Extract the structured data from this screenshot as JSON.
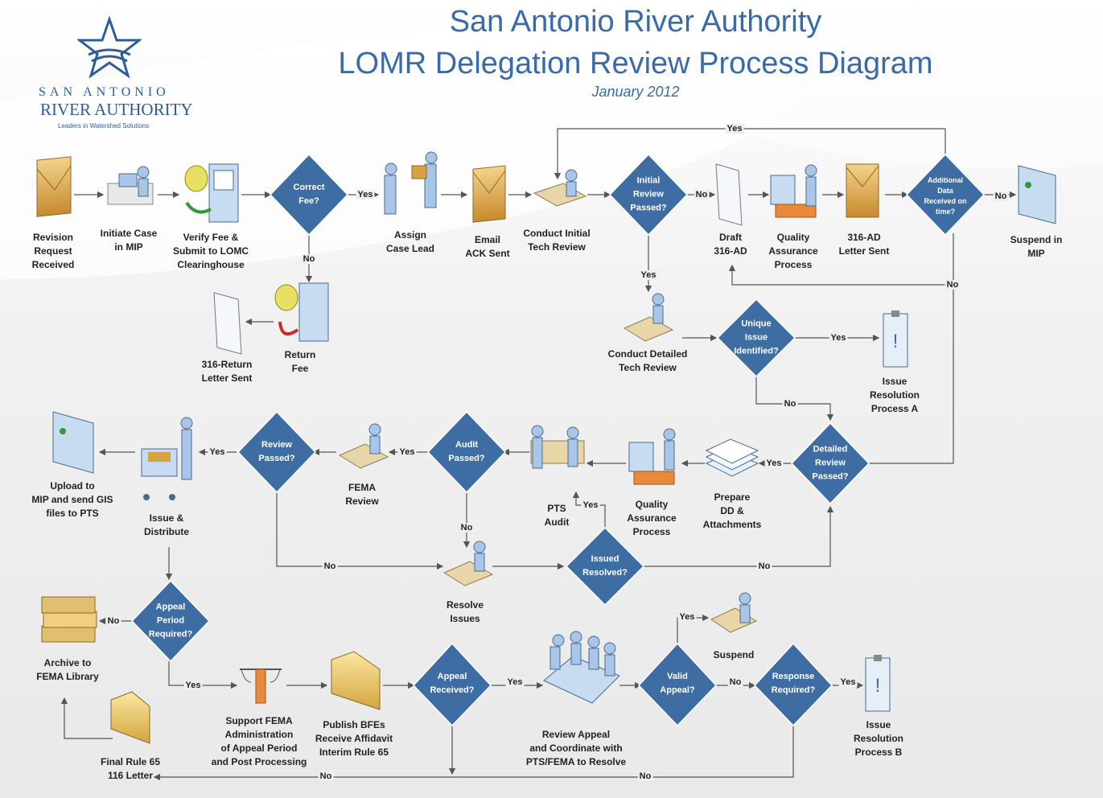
{
  "header": {
    "title_line1": "San Antonio River Authority",
    "title_line2": "LOMR Delegation Review Process Diagram",
    "date": "January 2012"
  },
  "logo": {
    "line1": "SAN ANTONIO",
    "line2": "RIVER AUTHORITY",
    "tagline": "Leaders in Watershed Solutions"
  },
  "nodes": {
    "revision_request": "Revision\nRequest\nReceived",
    "initiate_case": "Initiate Case\nin MIP",
    "verify_fee": "Verify Fee &\nSubmit to LOMC\nClearinghouse",
    "correct_fee": "Correct\nFee?",
    "assign_lead": "Assign\nCase Lead",
    "email_ack": "Email\nACK Sent",
    "initial_review": "Conduct Initial\nTech Review",
    "initial_passed": "Initial\nReview\nPassed?",
    "draft_316ad": "Draft\n316-AD",
    "qa_process_top": "Quality\nAssurance\nProcess",
    "letter_316ad": "316-AD\nLetter Sent",
    "additional_data": "Additional\nData\nReceived on\ntime?",
    "suspend_mip": "Suspend in\nMIP",
    "return_fee": "Return\nFee",
    "return_letter": "316-Return\nLetter Sent",
    "detailed_review": "Conduct Detailed\nTech Review",
    "unique_issue": "Unique\nIssue\nIdentified?",
    "issue_res_a": "Issue\nResolution\nProcess A",
    "detailed_passed": "Detailed\nReview\nPassed?",
    "prepare_dd": "Prepare\nDD &\nAttachments",
    "qa_process_mid": "Quality\nAssurance\nProcess",
    "pts_audit": "PTS\nAudit",
    "audit_passed": "Audit\nPassed?",
    "fema_review": "FEMA\nReview",
    "review_passed": "Review\nPassed?",
    "issue_distribute": "Issue &\nDistribute",
    "upload_mip": "Upload to\nMIP and send GIS\nfiles to PTS",
    "resolve_issues": "Resolve\nIssues",
    "issues_resolved": "Issued\nResolved?",
    "appeal_period": "Appeal\nPeriod\nRequired?",
    "archive": "Archive to\nFEMA Library",
    "support_fema": "Support FEMA\nAdministration\nof Appeal Period\nand Post Processing",
    "publish_bfes": "Publish BFEs\nReceive Affidavit\nInterim Rule 65",
    "appeal_received": "Appeal\nReceived?",
    "review_appeal": "Review Appeal\nand Coordinate with\nPTS/FEMA to Resolve",
    "valid_appeal": "Valid\nAppeal?",
    "suspend": "Suspend",
    "response_required": "Response\nRequired?",
    "issue_res_b": "Issue\nResolution\nProcess B",
    "final_rule": "Final Rule 65\n116 Letter"
  },
  "flow_labels": {
    "yes": "Yes",
    "no": "No"
  },
  "colors": {
    "decision": "#3d6da3",
    "title": "#3a6aa8",
    "arrow": "#555555"
  }
}
